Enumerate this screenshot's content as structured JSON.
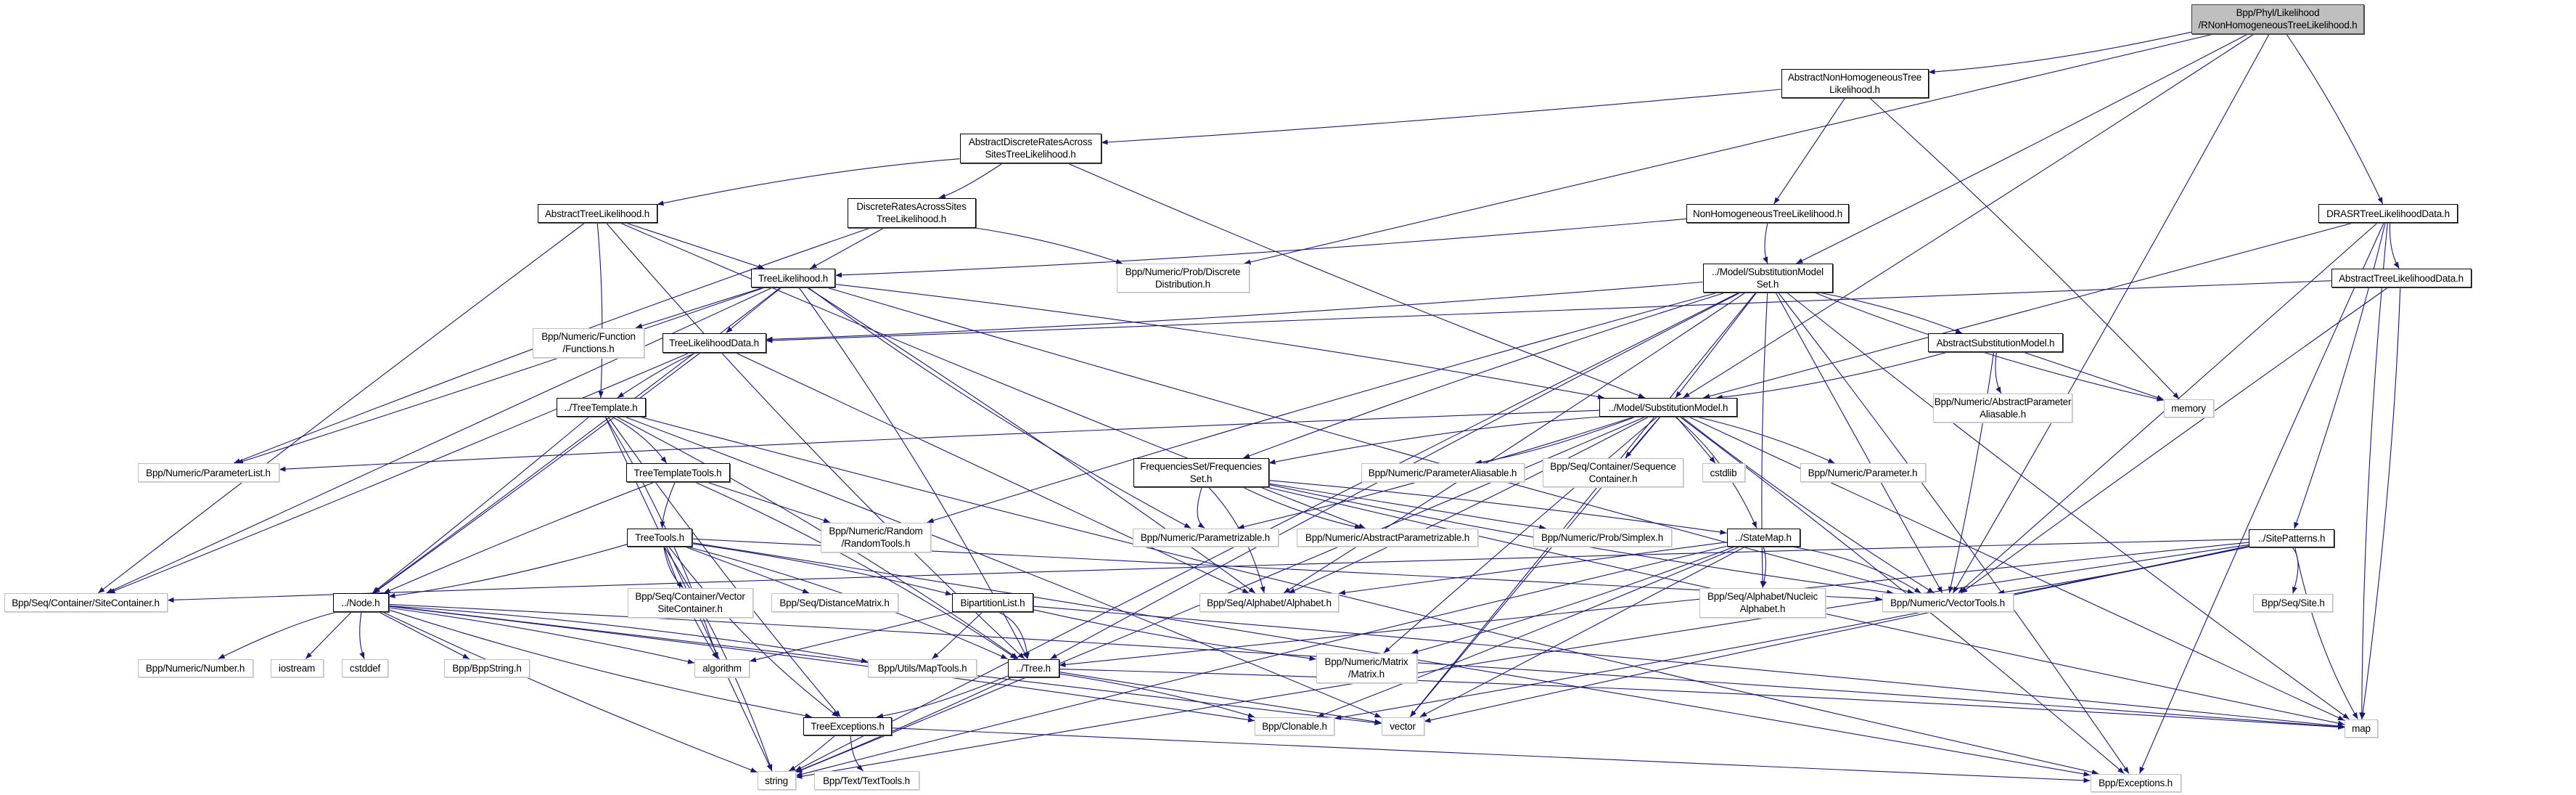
{
  "colors": {
    "edge": "#191970",
    "root_fill": "#bfbfbf",
    "external_border": "#bfbfbf",
    "documented_border": "#000000"
  },
  "nodes": [
    {
      "id": "root",
      "label": "Bpp/Phyl/Likelihood\n/RNonHomogeneousTreeLikelihood.h",
      "kind": "root"
    },
    {
      "id": "anhtl",
      "label": "AbstractNonHomogeneousTree\nLikelihood.h",
      "kind": "doc"
    },
    {
      "id": "adras",
      "label": "AbstractDiscreteRatesAcross\nSitesTreeLikelihood.h",
      "kind": "doc"
    },
    {
      "id": "atl",
      "label": "AbstractTreeLikelihood.h",
      "kind": "doc"
    },
    {
      "id": "drastl",
      "label": "DiscreteRatesAcrossSites\nTreeLikelihood.h",
      "kind": "doc"
    },
    {
      "id": "nhtl",
      "label": "NonHomogeneousTreeLikelihood.h",
      "kind": "doc"
    },
    {
      "id": "drasrtld",
      "label": "DRASRTreeLikelihoodData.h",
      "kind": "doc"
    },
    {
      "id": "tl",
      "label": "TreeLikelihood.h",
      "kind": "doc"
    },
    {
      "id": "ddist",
      "label": "Bpp/Numeric/Prob/Discrete\nDistribution.h",
      "kind": "ext"
    },
    {
      "id": "sms",
      "label": "../Model/SubstitutionModel\nSet.h",
      "kind": "doc"
    },
    {
      "id": "atld",
      "label": "AbstractTreeLikelihoodData.h",
      "kind": "doc"
    },
    {
      "id": "func",
      "label": "Bpp/Numeric/Function\n/Functions.h",
      "kind": "ext"
    },
    {
      "id": "tld",
      "label": "TreeLikelihoodData.h",
      "kind": "doc"
    },
    {
      "id": "asm",
      "label": "AbstractSubstitutionModel.h",
      "kind": "doc"
    },
    {
      "id": "tt",
      "label": "../TreeTemplate.h",
      "kind": "doc"
    },
    {
      "id": "sm",
      "label": "../Model/SubstitutionModel.h",
      "kind": "doc"
    },
    {
      "id": "apa",
      "label": "Bpp/Numeric/AbstractParameter\nAliasable.h",
      "kind": "ext"
    },
    {
      "id": "memory",
      "label": "memory",
      "kind": "ext"
    },
    {
      "id": "plist",
      "label": "Bpp/Numeric/ParameterList.h",
      "kind": "ext"
    },
    {
      "id": "ttt",
      "label": "TreeTemplateTools.h",
      "kind": "doc"
    },
    {
      "id": "freq",
      "label": "FrequenciesSet/Frequencies\nSet.h",
      "kind": "doc"
    },
    {
      "id": "palias",
      "label": "Bpp/Numeric/ParameterAliasable.h",
      "kind": "ext"
    },
    {
      "id": "seqc",
      "label": "Bpp/Seq/Container/Sequence\nContainer.h",
      "kind": "ext"
    },
    {
      "id": "cstdlib",
      "label": "cstdlib",
      "kind": "ext"
    },
    {
      "id": "param",
      "label": "Bpp/Numeric/Parameter.h",
      "kind": "ext"
    },
    {
      "id": "rand",
      "label": "Bpp/Numeric/Random\n/RandomTools.h",
      "kind": "ext"
    },
    {
      "id": "ttools",
      "label": "TreeTools.h",
      "kind": "doc"
    },
    {
      "id": "parz",
      "label": "Bpp/Numeric/Parametrizable.h",
      "kind": "ext"
    },
    {
      "id": "aparz",
      "label": "Bpp/Numeric/AbstractParametrizable.h",
      "kind": "ext"
    },
    {
      "id": "simplex",
      "label": "Bpp/Numeric/Prob/Simplex.h",
      "kind": "ext"
    },
    {
      "id": "statemap",
      "label": "../StateMap.h",
      "kind": "doc"
    },
    {
      "id": "sitepat",
      "label": "../SitePatterns.h",
      "kind": "doc"
    },
    {
      "id": "sitec",
      "label": "Bpp/Seq/Container/SiteContainer.h",
      "kind": "ext"
    },
    {
      "id": "node",
      "label": "../Node.h",
      "kind": "doc"
    },
    {
      "id": "vsc",
      "label": "Bpp/Seq/Container/Vector\nSiteContainer.h",
      "kind": "ext"
    },
    {
      "id": "dmat",
      "label": "Bpp/Seq/DistanceMatrix.h",
      "kind": "ext"
    },
    {
      "id": "bip",
      "label": "BipartitionList.h",
      "kind": "doc"
    },
    {
      "id": "alpha",
      "label": "Bpp/Seq/Alphabet/Alphabet.h",
      "kind": "ext"
    },
    {
      "id": "nucl",
      "label": "Bpp/Seq/Alphabet/Nucleic\nAlphabet.h",
      "kind": "ext"
    },
    {
      "id": "vtools",
      "label": "Bpp/Numeric/VectorTools.h",
      "kind": "ext"
    },
    {
      "id": "site",
      "label": "Bpp/Seq/Site.h",
      "kind": "ext"
    },
    {
      "id": "number",
      "label": "Bpp/Numeric/Number.h",
      "kind": "ext"
    },
    {
      "id": "iostream",
      "label": "iostream",
      "kind": "ext"
    },
    {
      "id": "cstddef",
      "label": "cstddef",
      "kind": "ext"
    },
    {
      "id": "bppstr",
      "label": "Bpp/BppString.h",
      "kind": "ext"
    },
    {
      "id": "algo",
      "label": "algorithm",
      "kind": "ext"
    },
    {
      "id": "maptools",
      "label": "Bpp/Utils/MapTools.h",
      "kind": "ext"
    },
    {
      "id": "tree",
      "label": "../Tree.h",
      "kind": "doc"
    },
    {
      "id": "matrix",
      "label": "Bpp/Numeric/Matrix\n/Matrix.h",
      "kind": "ext"
    },
    {
      "id": "map",
      "label": "map",
      "kind": "ext"
    },
    {
      "id": "texc",
      "label": "TreeExceptions.h",
      "kind": "doc"
    },
    {
      "id": "clon",
      "label": "Bpp/Clonable.h",
      "kind": "ext"
    },
    {
      "id": "vector",
      "label": "vector",
      "kind": "ext"
    },
    {
      "id": "string",
      "label": "string",
      "kind": "ext"
    },
    {
      "id": "text",
      "label": "Bpp/Text/TextTools.h",
      "kind": "ext"
    },
    {
      "id": "exc",
      "label": "Bpp/Exceptions.h",
      "kind": "ext"
    }
  ],
  "edges": [
    [
      "root",
      "anhtl"
    ],
    [
      "root",
      "sms"
    ],
    [
      "root",
      "ddist"
    ],
    [
      "root",
      "drasrtld"
    ],
    [
      "root",
      "vtools"
    ],
    [
      "root",
      "sm"
    ],
    [
      "anhtl",
      "adras"
    ],
    [
      "anhtl",
      "nhtl"
    ],
    [
      "anhtl",
      "memory"
    ],
    [
      "adras",
      "atl"
    ],
    [
      "adras",
      "drastl"
    ],
    [
      "adras",
      "sm"
    ],
    [
      "atl",
      "tl"
    ],
    [
      "atl",
      "tt"
    ],
    [
      "atl",
      "sitec"
    ],
    [
      "atl",
      "tree"
    ],
    [
      "atl",
      "aparz"
    ],
    [
      "drastl",
      "tl"
    ],
    [
      "drastl",
      "ddist"
    ],
    [
      "drastl",
      "plist"
    ],
    [
      "nhtl",
      "tl"
    ],
    [
      "nhtl",
      "sms"
    ],
    [
      "tl",
      "func"
    ],
    [
      "tl",
      "tld"
    ],
    [
      "tl",
      "sm"
    ],
    [
      "tl",
      "node"
    ],
    [
      "tl",
      "plist"
    ],
    [
      "tl",
      "sitec"
    ],
    [
      "tl",
      "alpha"
    ],
    [
      "tl",
      "tree"
    ],
    [
      "tl",
      "parz"
    ],
    [
      "tl",
      "vtools"
    ],
    [
      "sms",
      "sm"
    ],
    [
      "sms",
      "asm"
    ],
    [
      "sms",
      "freq"
    ],
    [
      "sms",
      "memory"
    ],
    [
      "sms",
      "map"
    ],
    [
      "sms",
      "vtools"
    ],
    [
      "sms",
      "exc"
    ],
    [
      "sms",
      "tree"
    ],
    [
      "sms",
      "alpha"
    ],
    [
      "sms",
      "nucl"
    ],
    [
      "sms",
      "vector"
    ],
    [
      "sms",
      "string"
    ],
    [
      "sms",
      "rand"
    ],
    [
      "sms",
      "tld"
    ],
    [
      "drasrtld",
      "atld"
    ],
    [
      "drasrtld",
      "sm"
    ],
    [
      "drasrtld",
      "vtools"
    ],
    [
      "drasrtld",
      "sitepat"
    ],
    [
      "drasrtld",
      "map"
    ],
    [
      "drasrtld",
      "exc"
    ],
    [
      "atld",
      "tld"
    ],
    [
      "atld",
      "vtools"
    ],
    [
      "atld",
      "map"
    ],
    [
      "asm",
      "sm"
    ],
    [
      "asm",
      "apa"
    ],
    [
      "asm",
      "memory"
    ],
    [
      "asm",
      "vtools"
    ],
    [
      "tld",
      "tt"
    ],
    [
      "tld",
      "node"
    ],
    [
      "tld",
      "sitec"
    ],
    [
      "tld",
      "alpha"
    ],
    [
      "sm",
      "plist"
    ],
    [
      "sm",
      "freq"
    ],
    [
      "sm",
      "palias"
    ],
    [
      "sm",
      "seqc"
    ],
    [
      "sm",
      "cstdlib"
    ],
    [
      "sm",
      "param"
    ],
    [
      "sm",
      "statemap"
    ],
    [
      "sm",
      "alpha"
    ],
    [
      "sm",
      "vtools"
    ],
    [
      "sm",
      "map"
    ],
    [
      "sm",
      "exc"
    ],
    [
      "sm",
      "matrix"
    ],
    [
      "sm",
      "parz"
    ],
    [
      "sm",
      "string"
    ],
    [
      "sm",
      "vector"
    ],
    [
      "tt",
      "ttt"
    ],
    [
      "tt",
      "tree"
    ],
    [
      "tt",
      "node"
    ],
    [
      "tt",
      "texc"
    ],
    [
      "tt",
      "string"
    ],
    [
      "tt",
      "vector"
    ],
    [
      "tt",
      "algo"
    ],
    [
      "tt",
      "exc"
    ],
    [
      "ttt",
      "ttools"
    ],
    [
      "ttt",
      "rand"
    ],
    [
      "ttt",
      "node"
    ],
    [
      "ttt",
      "tree"
    ],
    [
      "ttools",
      "node"
    ],
    [
      "ttools",
      "vsc"
    ],
    [
      "ttools",
      "dmat"
    ],
    [
      "ttools",
      "bip"
    ],
    [
      "ttools",
      "tree"
    ],
    [
      "ttools",
      "texc"
    ],
    [
      "ttools",
      "algo"
    ],
    [
      "ttools",
      "vtools"
    ],
    [
      "ttools",
      "exc"
    ],
    [
      "ttools",
      "string"
    ],
    [
      "freq",
      "parz"
    ],
    [
      "freq",
      "aparz"
    ],
    [
      "freq",
      "simplex"
    ],
    [
      "freq",
      "statemap"
    ],
    [
      "freq",
      "alpha"
    ],
    [
      "freq",
      "vtools"
    ],
    [
      "freq",
      "map"
    ],
    [
      "statemap",
      "alpha"
    ],
    [
      "statemap",
      "nucl"
    ],
    [
      "statemap",
      "vtools"
    ],
    [
      "statemap",
      "matrix"
    ],
    [
      "statemap",
      "clon"
    ],
    [
      "statemap",
      "vector"
    ],
    [
      "statemap",
      "string"
    ],
    [
      "bip",
      "tree"
    ],
    [
      "bip",
      "maptools"
    ],
    [
      "bip",
      "matrix"
    ],
    [
      "bip",
      "algo"
    ],
    [
      "bip",
      "map"
    ],
    [
      "node",
      "number"
    ],
    [
      "node",
      "iostream"
    ],
    [
      "node",
      "cstddef"
    ],
    [
      "node",
      "bppstr"
    ],
    [
      "node",
      "algo"
    ],
    [
      "node",
      "maptools"
    ],
    [
      "node",
      "texc"
    ],
    [
      "node",
      "string"
    ],
    [
      "node",
      "vector"
    ],
    [
      "node",
      "clon"
    ],
    [
      "node",
      "map"
    ],
    [
      "tree",
      "texc"
    ],
    [
      "tree",
      "string"
    ],
    [
      "tree",
      "vector"
    ],
    [
      "tree",
      "clon"
    ],
    [
      "tree",
      "map"
    ],
    [
      "texc",
      "string"
    ],
    [
      "texc",
      "text"
    ],
    [
      "texc",
      "exc"
    ],
    [
      "sitepat",
      "sitec"
    ],
    [
      "sitepat",
      "site"
    ],
    [
      "sitepat",
      "map"
    ],
    [
      "sitepat",
      "vtools"
    ],
    [
      "sitepat",
      "tree"
    ],
    [
      "sitepat",
      "vector"
    ],
    [
      "sitepat",
      "string"
    ],
    [
      "sitepat",
      "clon"
    ]
  ]
}
